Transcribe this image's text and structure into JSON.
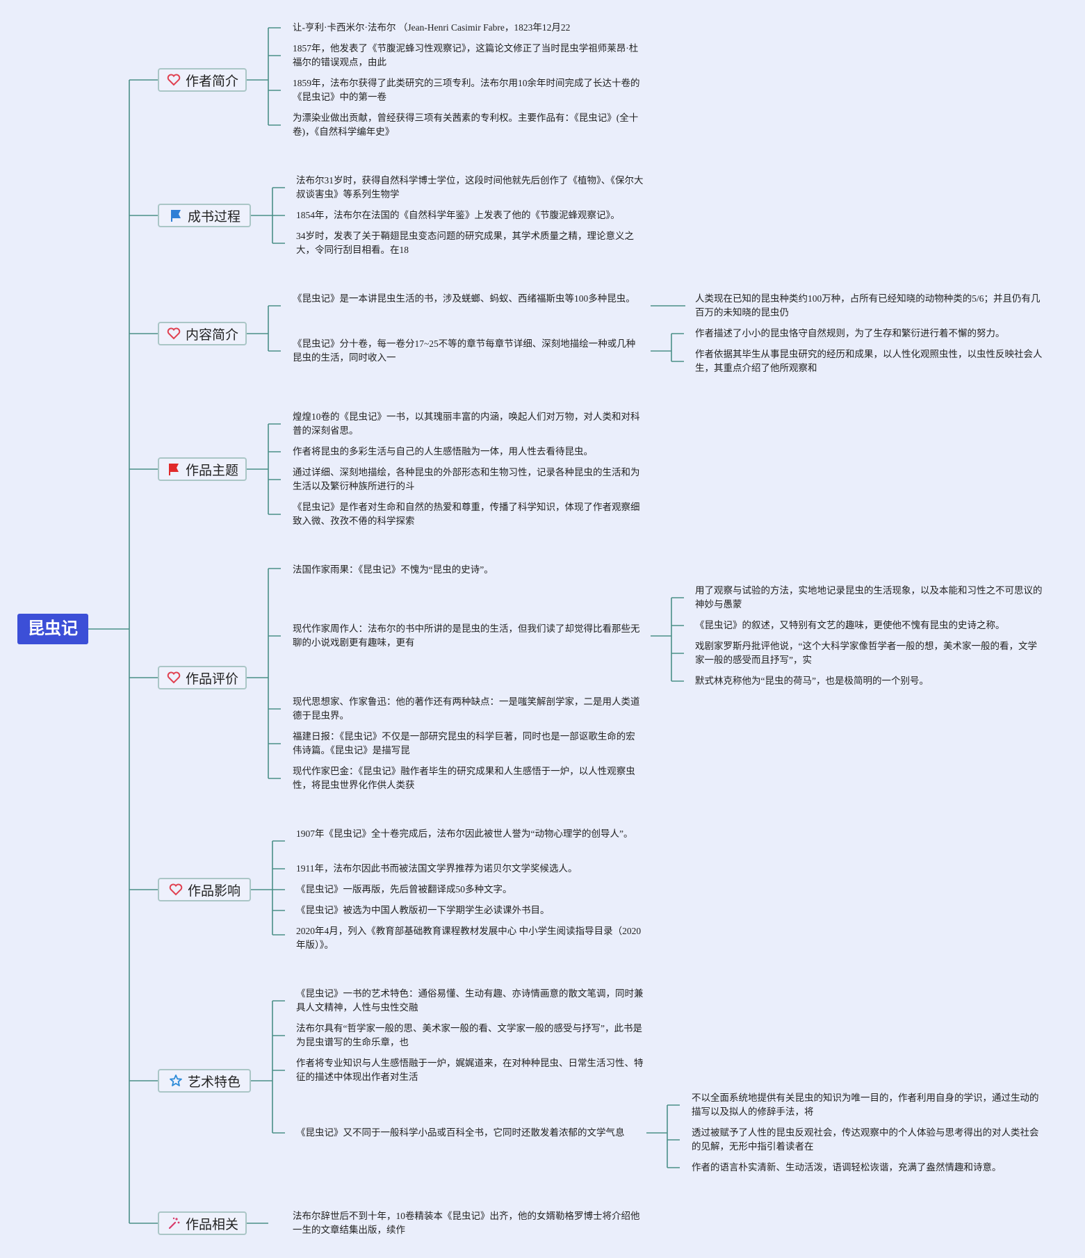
{
  "root": {
    "label": "昆虫记"
  },
  "branches": [
    {
      "label": "作者简介",
      "icon": "heart-icon",
      "items": [
        {
          "text": "让-亨利·卡西米尔·法布尔 （Jean-Henri Casimir Fabre，1823年12月22"
        },
        {
          "text": "1857年，他发表了《节腹泥蜂习性观察记》，这篇论文修正了当时昆虫学祖师莱昂·杜福尔的错误观点，由此"
        },
        {
          "text": "1859年，法布尔获得了此类研究的三项专利。法布尔用10余年时间完成了长达十卷的《昆虫记》中的第一卷"
        },
        {
          "text": "为漂染业做出贡献，曾经获得三项有关茜素的专利权。主要作品有：《昆虫记》(全十卷)，《自然科学编年史》"
        }
      ]
    },
    {
      "label": "成书过程",
      "icon": "blue-flag-icon",
      "items": [
        {
          "text": "法布尔31岁时，获得自然科学博士学位，这段时间他就先后创作了《植物》、《保尔大叔谈害虫》等系列生物学"
        },
        {
          "text": "1854年，法布尔在法国的《自然科学年鉴》上发表了他的《节腹泥蜂观察记》。"
        },
        {
          "text": "34岁时，发表了关于鞘翅昆虫变态问题的研究成果，其学术质量之精，理论意义之大，令同行刮目相看。在18"
        }
      ]
    },
    {
      "label": "内容简介",
      "icon": "heart-icon",
      "items": [
        {
          "text": "《昆虫记》是一本讲昆虫生活的书，涉及蜣螂、蚂蚁、西绪福斯虫等100多种昆虫。",
          "children": [
            {
              "text": "人类现在已知的昆虫种类约100万种，占所有已经知晓的动物种类的5/6；并且仍有几百万的未知晓的昆虫仍"
            }
          ]
        },
        {
          "text": "《昆虫记》分十卷，每一卷分17~25不等的章节每章节详细、深刻地描绘一种或几种昆虫的生活，同时收入一",
          "children": [
            {
              "text": "作者描述了小小的昆虫恪守自然规则，为了生存和繁衍进行着不懈的努力。"
            },
            {
              "text": "作者依据其毕生从事昆虫研究的经历和成果，以人性化观照虫性，以虫性反映社会人生，其重点介绍了他所观察和"
            }
          ]
        }
      ]
    },
    {
      "label": "作品主题",
      "icon": "red-flag-icon",
      "items": [
        {
          "text": "煌煌10卷的《昆虫记》一书，以其瑰丽丰富的内涵，唤起人们对万物，对人类和对科普的深刻省思。"
        },
        {
          "text": "作者将昆虫的多彩生活与自己的人生感悟融为一体，用人性去看待昆虫。"
        },
        {
          "text": "通过详细、深刻地描绘，各种昆虫的外部形态和生物习性，记录各种昆虫的生活和为生活以及繁衍种族所进行的斗"
        },
        {
          "text": "《昆虫记》是作者对生命和自然的热爱和尊重，传播了科学知识，体现了作者观察细致入微、孜孜不倦的科学探索"
        }
      ]
    },
    {
      "label": "作品评价",
      "icon": "heart-icon",
      "items": [
        {
          "text": "法国作家雨果：《昆虫记》不愧为“昆虫的史诗”。"
        },
        {
          "text": "现代作家周作人：法布尔的书中所讲的是昆虫的生活，但我们读了却觉得比看那些无聊的小说戏剧更有趣味，更有",
          "children": [
            {
              "text": "用了观察与试验的方法，实地地记录昆虫的生活现象，以及本能和习性之不可思议的神妙与愚蒙"
            },
            {
              "text": "《昆虫记》的叙述，又特别有文艺的趣味，更使他不愧有昆虫的史诗之称。"
            },
            {
              "text": "戏剧家罗斯丹批评他说，“这个大科学家像哲学者一般的想，美术家一般的看，文学家一般的感受而且抒写”，实"
            },
            {
              "text": "默式林克称他为“昆虫的荷马”，也是极简明的一个别号。"
            }
          ]
        },
        {
          "text": "现代思想家、作家鲁迅：他的著作还有两种缺点：一是嗤笑解剖学家，二是用人类道德于昆虫界。"
        },
        {
          "text": "福建日报：《昆虫记》不仅是一部研究昆虫的科学巨著，同时也是一部讴歌生命的宏伟诗篇。《昆虫记》是描写昆"
        },
        {
          "text": "现代作家巴金：《昆虫记》融作者毕生的研究成果和人生感悟于一炉，以人性观察虫性，将昆虫世界化作供人类获"
        }
      ]
    },
    {
      "label": "作品影响",
      "icon": "heart-icon",
      "items": [
        {
          "text": "1907年《昆虫记》全十卷完成后，法布尔因此被世人誉为“动物心理学的创导人”。"
        },
        {
          "text": "1911年，法布尔因此书而被法国文学界推荐为诺贝尔文学奖候选人。"
        },
        {
          "text": "《昆虫记》一版再版，先后曾被翻译成50多种文字。"
        },
        {
          "text": "《昆虫记》被选为中国人教版初一下学期学生必读课外书目。"
        },
        {
          "text": "2020年4月，列入《教育部基础教育课程教材发展中心 中小学生阅读指导目录（2020年版）》。"
        }
      ]
    },
    {
      "label": "艺术特色",
      "icon": "star-icon",
      "items": [
        {
          "text": "《昆虫记》一书的艺术特色：通俗易懂、生动有趣、亦诗情画意的散文笔调，同时兼具人文精神，人性与虫性交融"
        },
        {
          "text": "法布尔具有“哲学家一般的思、美术家一般的看、文学家一般的感受与抒写”，此书是为昆虫谱写的生命乐章，也"
        },
        {
          "text": "作者将专业知识与人生感悟融于一炉，娓娓道来，在对种种昆虫、日常生活习性、特征的描述中体现出作者对生活"
        },
        {
          "text": "《昆虫记》又不同于一般科学小品或百科全书，它同时还散发着浓郁的文学气息",
          "children": [
            {
              "text": "不以全面系统地提供有关昆虫的知识为唯一目的，作者利用自身的学识，通过生动的描写以及拟人的修辞手法，将"
            },
            {
              "text": "透过被赋予了人性的昆虫反观社会，传达观察中的个人体验与思考得出的对人类社会的见解，无形中指引着读者在"
            },
            {
              "text": "作者的语言朴实清新、生动活泼，语调轻松诙谐，充满了盎然情趣和诗意。"
            }
          ]
        }
      ]
    },
    {
      "label": "作品相关",
      "icon": "sparkle-icon",
      "items": [
        {
          "text": "法布尔辞世后不到十年，10卷精装本《昆虫记》出齐，他的女婿勒格罗博士将介绍他一生的文章结集出版，续作"
        }
      ]
    }
  ],
  "colors": {
    "line": "#4a8f88",
    "root_bg": "#3c4fd7",
    "branch_border": "#aac6c6",
    "background": "#eaeefb",
    "heart": "#e04050",
    "blue_flag": "#2f7fd6",
    "red_flag": "#e02a2a",
    "star": "#2b8ad8"
  }
}
